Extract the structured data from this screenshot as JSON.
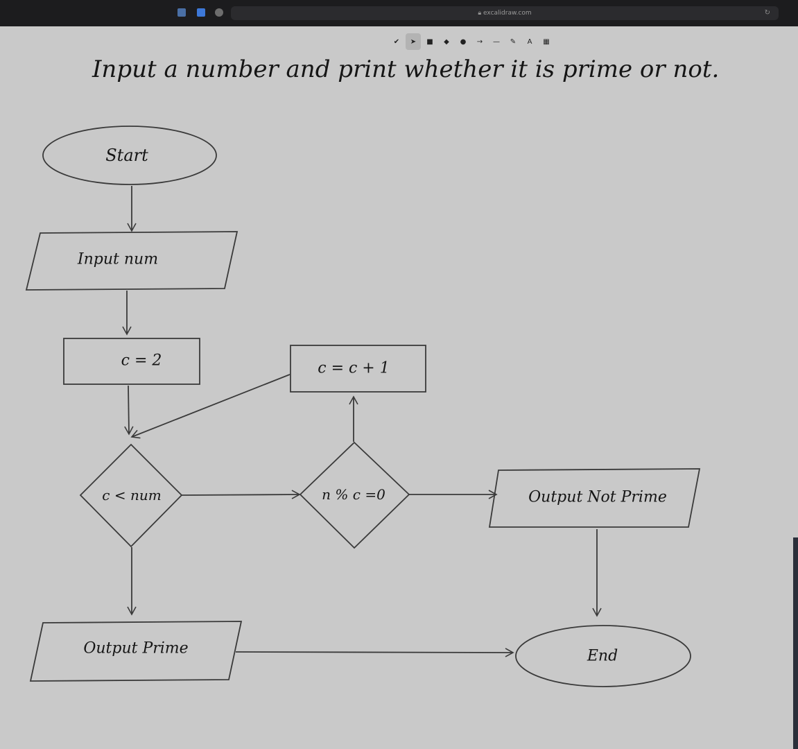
{
  "browser": {
    "address": "excalidraw.com",
    "reload_icon": "reload-icon"
  },
  "toolbar": {
    "tools": [
      {
        "name": "lock-tool",
        "glyph": "✔"
      },
      {
        "name": "select-tool",
        "glyph": "➤",
        "active": true
      },
      {
        "name": "rectangle-tool",
        "glyph": "■"
      },
      {
        "name": "diamond-tool",
        "glyph": "◆"
      },
      {
        "name": "ellipse-tool",
        "glyph": "●"
      },
      {
        "name": "arrow-tool",
        "glyph": "→"
      },
      {
        "name": "line-tool",
        "glyph": "—"
      },
      {
        "name": "draw-tool",
        "glyph": "✎"
      },
      {
        "name": "text-tool",
        "glyph": "A"
      },
      {
        "name": "image-tool",
        "glyph": "▦"
      }
    ]
  },
  "title": "Input a number and print whether it is prime or not.",
  "flowchart": {
    "start": "Start",
    "input": "Input num",
    "init": "c = 2",
    "increment": "c = c + 1",
    "condition": "c < num",
    "divisible": "n % c =0",
    "not_prime": "Output Not Prime",
    "prime": "Output Prime",
    "end": "End"
  },
  "colors": {
    "canvas": "#c9c9c9",
    "stroke": "#3a3a3a",
    "text": "#151515"
  }
}
